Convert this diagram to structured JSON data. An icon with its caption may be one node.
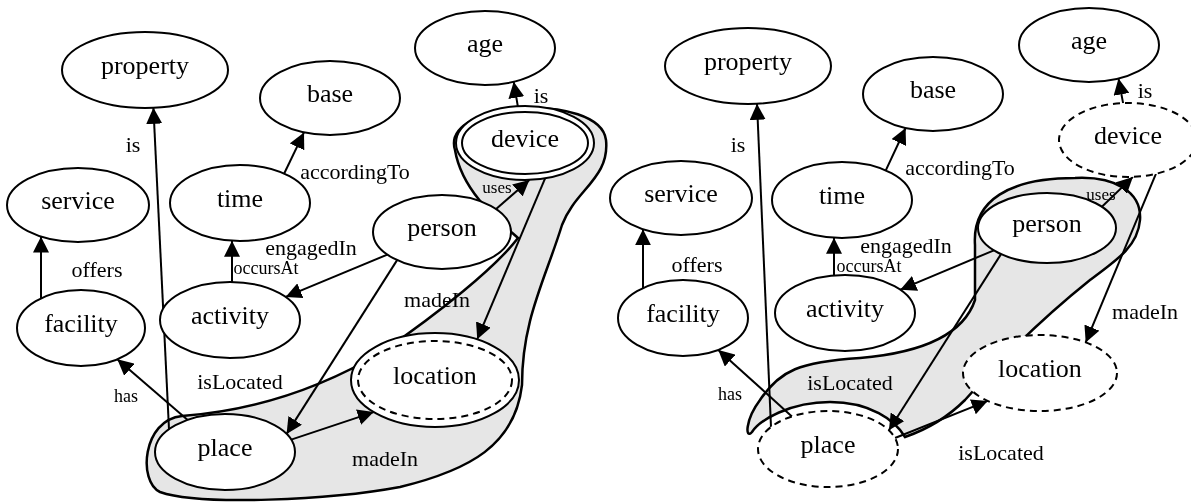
{
  "diagram": {
    "nodes": [
      {
        "text": [
          "property"
        ]
      },
      {
        "text": [
          "base"
        ]
      },
      {
        "text": [
          "age"
        ]
      },
      {
        "text": [
          "device"
        ]
      },
      {
        "text": [
          "service"
        ]
      },
      {
        "text": [
          "time"
        ]
      },
      {
        "text": [
          "person"
        ]
      },
      {
        "text": [
          "activity"
        ]
      },
      {
        "text": [
          "facility"
        ]
      },
      {
        "text": [
          "location"
        ]
      },
      {
        "text": [
          "place"
        ]
      },
      {
        "text": [
          "property"
        ]
      },
      {
        "text": [
          "base"
        ]
      },
      {
        "text": [
          "age"
        ]
      },
      {
        "text": [
          "device"
        ]
      },
      {
        "text": [
          "service"
        ]
      },
      {
        "text": [
          "time"
        ]
      },
      {
        "text": [
          "person"
        ]
      },
      {
        "text": [
          "activity"
        ]
      },
      {
        "text": [
          "facility"
        ]
      },
      {
        "text": [
          "location"
        ]
      },
      {
        "text": [
          "place"
        ]
      }
    ],
    "edges": [
      {
        "from": 10,
        "to": 0,
        "arrow": "to",
        "label": "is"
      },
      {
        "from": 8,
        "to": 4,
        "arrow": "to",
        "label": "offers"
      },
      {
        "from": 10,
        "to": 8,
        "arrow": "to",
        "label": "has"
      },
      {
        "from": 7,
        "to": 5,
        "arrow": "to",
        "label": "occursAt"
      },
      {
        "from": 5,
        "to": 1,
        "arrow": "to",
        "label": "accordingTo"
      },
      {
        "from": 3,
        "to": 2,
        "arrow": "to",
        "label": "is"
      },
      {
        "from": 6,
        "to": 3,
        "arrow": "to",
        "label": "uses"
      },
      {
        "from": 6,
        "to": 7,
        "arrow": "to",
        "label": "engagedIn"
      },
      {
        "from": 6,
        "to": 10,
        "arrow": "to",
        "label": "isLocated"
      },
      {
        "from": 3,
        "to": 9,
        "arrow": "to",
        "label": "madeIn"
      },
      {
        "from": 10,
        "to": 9,
        "arrow": "to",
        "label": "madeIn"
      },
      {
        "from": 21,
        "to": 11,
        "arrow": "to",
        "label": "is"
      },
      {
        "from": 19,
        "to": 15,
        "arrow": "to",
        "label": "offers"
      },
      {
        "from": 21,
        "to": 19,
        "arrow": "to",
        "label": "has"
      },
      {
        "from": 18,
        "to": 16,
        "arrow": "to",
        "label": "occursAt"
      },
      {
        "from": 16,
        "to": 12,
        "arrow": "to",
        "label": "accordingTo"
      },
      {
        "from": 14,
        "to": 13,
        "arrow": "to",
        "label": "is"
      },
      {
        "from": 17,
        "to": 14,
        "arrow": "to",
        "label": "uses"
      },
      {
        "from": 17,
        "to": 18,
        "arrow": "to",
        "label": "engagedIn"
      },
      {
        "from": 17,
        "to": 21,
        "arrow": "to",
        "label": "isLocated"
      },
      {
        "from": 14,
        "to": 20,
        "arrow": "to",
        "label": "madeIn"
      },
      {
        "from": 21,
        "to": 20,
        "arrow": "to",
        "label": "isLocated"
      }
    ]
  }
}
